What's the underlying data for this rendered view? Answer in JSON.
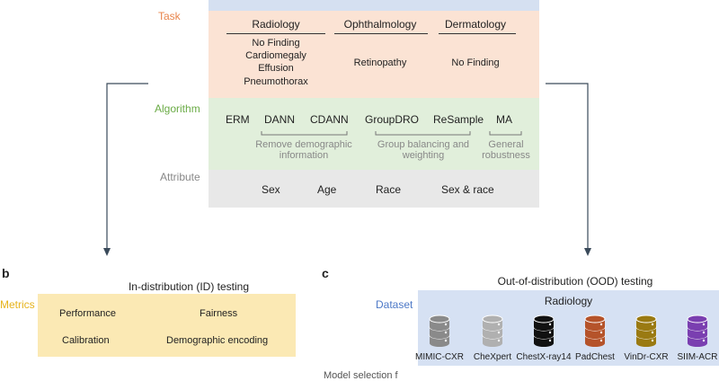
{
  "task": {
    "label": "Task",
    "columns": [
      {
        "title": "Radiology",
        "items": [
          "No Finding",
          "Cardiomegaly",
          "Effusion",
          "Pneumothorax"
        ]
      },
      {
        "title": "Ophthalmology",
        "items": [
          "Retinopathy"
        ]
      },
      {
        "title": "Dermatology",
        "items": [
          "No Finding"
        ]
      }
    ]
  },
  "algorithm": {
    "label": "Algorithm",
    "names": [
      "ERM",
      "DANN",
      "CDANN",
      "GroupDRO",
      "ReSample",
      "MA"
    ],
    "groups": [
      {
        "line1": "Remove demographic",
        "line2": "information"
      },
      {
        "line1": "Group balancing and",
        "line2": "weighting"
      },
      {
        "line1": "General",
        "line2": "robustness"
      }
    ]
  },
  "attribute": {
    "label": "Attribute",
    "items": [
      "Sex",
      "Age",
      "Race",
      "Sex & race"
    ]
  },
  "panel_b": {
    "letter": "b",
    "title": "In-distribution (ID) testing",
    "metrics_label": "Metrics",
    "metrics": [
      "Performance",
      "Fairness",
      "Calibration",
      "Demographic encoding"
    ]
  },
  "panel_c": {
    "letter": "c",
    "title": "Out-of-distribution (OOD) testing",
    "dataset_label": "Dataset",
    "domain": "Radiology",
    "datasets": [
      {
        "name": "MIMIC-CXR",
        "color": "#8a8a8a"
      },
      {
        "name": "CheXpert",
        "color": "#b0b0b0"
      },
      {
        "name": "ChestX-ray14",
        "color": "#111111"
      },
      {
        "name": "PadChest",
        "color": "#b5532a"
      },
      {
        "name": "VinDr-CXR",
        "color": "#9a7a12"
      },
      {
        "name": "SIIM-ACR",
        "color": "#7a3fb0"
      }
    ],
    "cut_label": "Model selection f"
  },
  "colors": {
    "task_bg": "#fbe3d4",
    "task_label": "#e8844a",
    "algo_bg": "#e1efdb",
    "algo_label": "#6aab45",
    "attr_bg": "#e8e8e8",
    "metrics_bg": "#fbe9b4",
    "metrics_label": "#e6b31b",
    "dataset_bg": "#d6e1f3",
    "dataset_label": "#4d79c7",
    "top_strip": "#d5e0f1"
  }
}
